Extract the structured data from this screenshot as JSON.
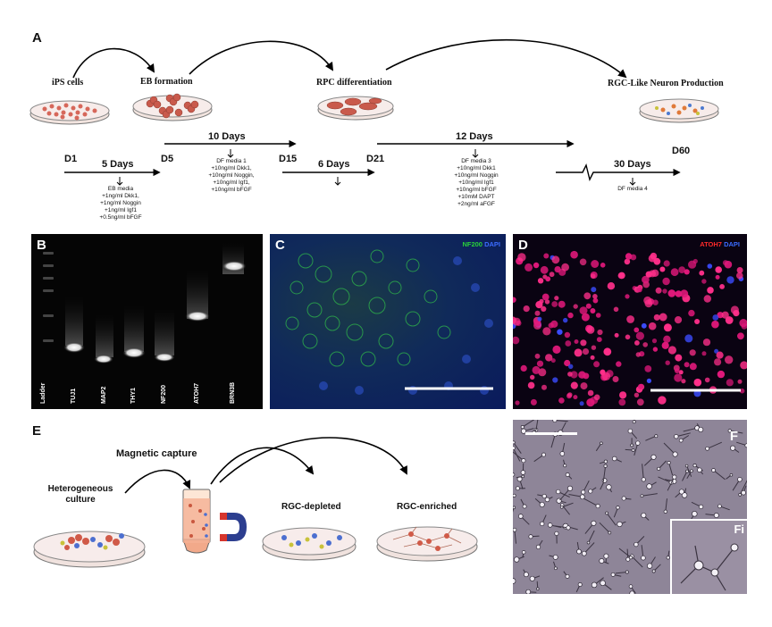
{
  "panel_labels": {
    "a": "A",
    "b": "B",
    "c": "C",
    "d": "D",
    "e": "E",
    "f": "F",
    "fi": "Fi"
  },
  "stages": {
    "ips": "iPS cells",
    "eb": "EB formation",
    "rpc": "RPC differentiation",
    "rgc": "RGC-Like Neuron Production"
  },
  "timeline": {
    "days": {
      "d1": "D1",
      "d5": "D5",
      "d15": "D15",
      "d21": "D21",
      "d60": "D60"
    },
    "durations": {
      "five": "5 Days",
      "ten": "10 Days",
      "six": "6 Days",
      "twelve": "12 Days",
      "thirty": "30 Days"
    },
    "media_eb": [
      "EB media",
      "+1ng/ml Dkk1,",
      "+1ng/ml Noggin",
      "+1ng/ml Igf1",
      "+0.5ng/ml bFGF"
    ],
    "media_df1": [
      "DF media 1",
      "+10ng/ml Dkk1,",
      "+10ng/ml Noggin,",
      "+10ng/ml Igf1,",
      "+10ng/ml bFGF"
    ],
    "media_df3": [
      "DF media 3",
      "+10ng/ml Dkk1",
      "+10ng/ml Noggin",
      "+10ng/ml Igf1",
      "+10ng/ml bFGF",
      "+10mM DAPT",
      "+2ng/ml aFGF"
    ],
    "media_df4": "DF media 4"
  },
  "gel": {
    "lanes": [
      "Ladder",
      "TUJ1",
      "MAP2",
      "THY1",
      "NF200",
      "ATOH7",
      "BRN3B"
    ]
  },
  "panel_c": {
    "marker": "NF200",
    "stain": "DAPI"
  },
  "panel_d": {
    "marker": "ATOH7",
    "stain": "DAPI"
  },
  "panel_e": {
    "magnetic": "Magnetic capture",
    "hetero": "Heterogeneous culture",
    "depleted": "RGC-depleted",
    "enriched": "RGC-enriched"
  },
  "colors": {
    "nf200_green": "#29d03a",
    "dapi_blue": "#3b6cff",
    "atoh7_red": "#ff2a2a",
    "phase_purple": "#8e8598"
  }
}
